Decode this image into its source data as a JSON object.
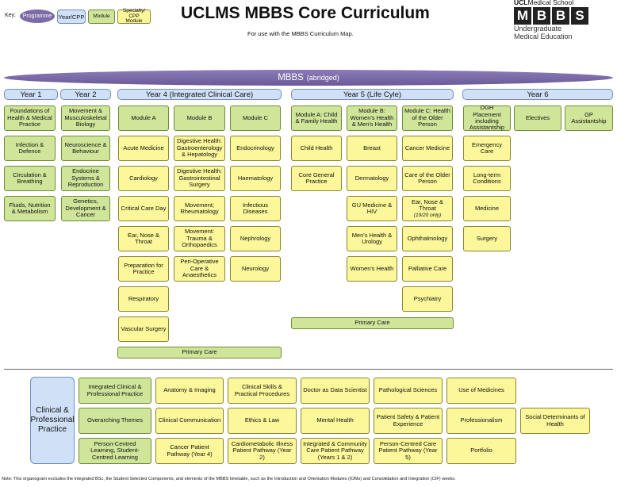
{
  "header": {
    "key_label": "Key:",
    "key_programme": "Programme",
    "key_yearcpp": "Year/CPP",
    "key_module": "Module",
    "key_specialty": "Specialty/ CPP Module",
    "title": "UCLMS MBBS Core Curriculum",
    "subtitle": "For use with the MBBS Curriculum Map.",
    "logo_ucl": "UCL",
    "logo_school": "Medical School",
    "logo_letters": [
      "M",
      "B",
      "B",
      "S"
    ],
    "logo_line1": "Undergraduate",
    "logo_line2": "Medical Education"
  },
  "programme": {
    "label": "MBBS",
    "sub": "(abridged)"
  },
  "years": {
    "y1": "Year 1",
    "y2": "Year 2",
    "y4": "Year 4 (Integrated Clinical Care)",
    "y5": "Year 5 (Life Cyle)",
    "y6": "Year 6"
  },
  "year1": [
    "Foundations of Health & Medical Practice",
    "Infection & Defence",
    "Circulation & Breathing",
    "Fluids, Nutrition & Metabolism"
  ],
  "year2": [
    "Movement & Musculoskeletal Biology",
    "Neuroscience & Behaviour",
    "Endocrine Systems & Reproduction",
    "Genetics, Development & Cancer"
  ],
  "year4": {
    "modules": [
      "Module A",
      "Module B",
      "Module C"
    ],
    "colA": [
      "Acute Medicine",
      "Cardiology",
      "Critical Care Day",
      "Ear, Nose & Throat",
      "Preparation for Practice",
      "Respiratory",
      "Vascular Surgery"
    ],
    "colB": [
      "Digestive Health: Gastroenterology & Hepatology",
      "Digestive Health: Gastrointestinal Surgery",
      "Movement; Rheumatology",
      "Movement: Trauma & Orthopaedics",
      "Peri-Operative Care & Anaesthetics"
    ],
    "colC": [
      "Endocrinology",
      "Haematology",
      "Infectious Diseases",
      "Nephrology",
      "Neurology"
    ],
    "primary_care": "Primary Care"
  },
  "year5": {
    "modules": [
      "Module A: Child & Family Health",
      "Module B: Women's Health & Men's Health",
      "Module C: Health of the Older Person"
    ],
    "colA": [
      "Child Health",
      "Core General Practice"
    ],
    "colB": [
      "Breast",
      "Dermatology",
      "GU Medicine & HIV",
      "Men's Health & Urology",
      "Women's Health"
    ],
    "colC": [
      "Cancer Medicine",
      "Care of the Older Person",
      "Ear, Nose & Throat",
      "Ophthalmology",
      "Palliative Care",
      "Psychiatry"
    ],
    "ent_note": "(19/20 only)",
    "primary_care": "Primary Care"
  },
  "year6": {
    "modules": [
      "DGH Placement including Assistantship",
      "Electives",
      "GP Assistantship"
    ],
    "col": [
      "Emergency Care",
      "Long-term Conditions",
      "Medicine",
      "Surgery"
    ]
  },
  "cpp": {
    "title": "Clinical & Professional Practice",
    "rows": [
      {
        "module": "Integrated Clinical & Professional Practice",
        "items": [
          "Anatomy & Imaging",
          "Clinical Skills & Practical Procedures",
          "Doctor as Data Scientist",
          "Pathological Sciences",
          "Use of Medicines"
        ]
      },
      {
        "module": "Overarching Themes",
        "items": [
          "Clinical Communication",
          "Ethics & Law",
          "Mental Health",
          "Patient Safety & Patient Experience",
          "Professionalism",
          "Social Determinants of Health"
        ]
      },
      {
        "module": "Person-Centred Learning, Student-Centred Learning",
        "items": [
          "Cancer Patient Pathway (Year 4)",
          "Cardiometabolic Illness Patient Pathway (Year 2)",
          "Integrated & Community Care Patient Pathway (Years 1 & 2)",
          "Person-Centred Care Patient Pathway (Year 5)",
          "Portfolio"
        ]
      }
    ]
  },
  "note": "Note: This organogram excludes the integrated BSc, the Student Selected Components, and elements of the MBBS timetable, such as the Introduction and Orientation Modules (IOMs) and Consolidation and Integration (CIF) weeks.",
  "colors": {
    "programme": "#7b6ba6",
    "year": "#cfe0f7",
    "module": "#cfe69a",
    "specialty": "#fbf79a"
  }
}
